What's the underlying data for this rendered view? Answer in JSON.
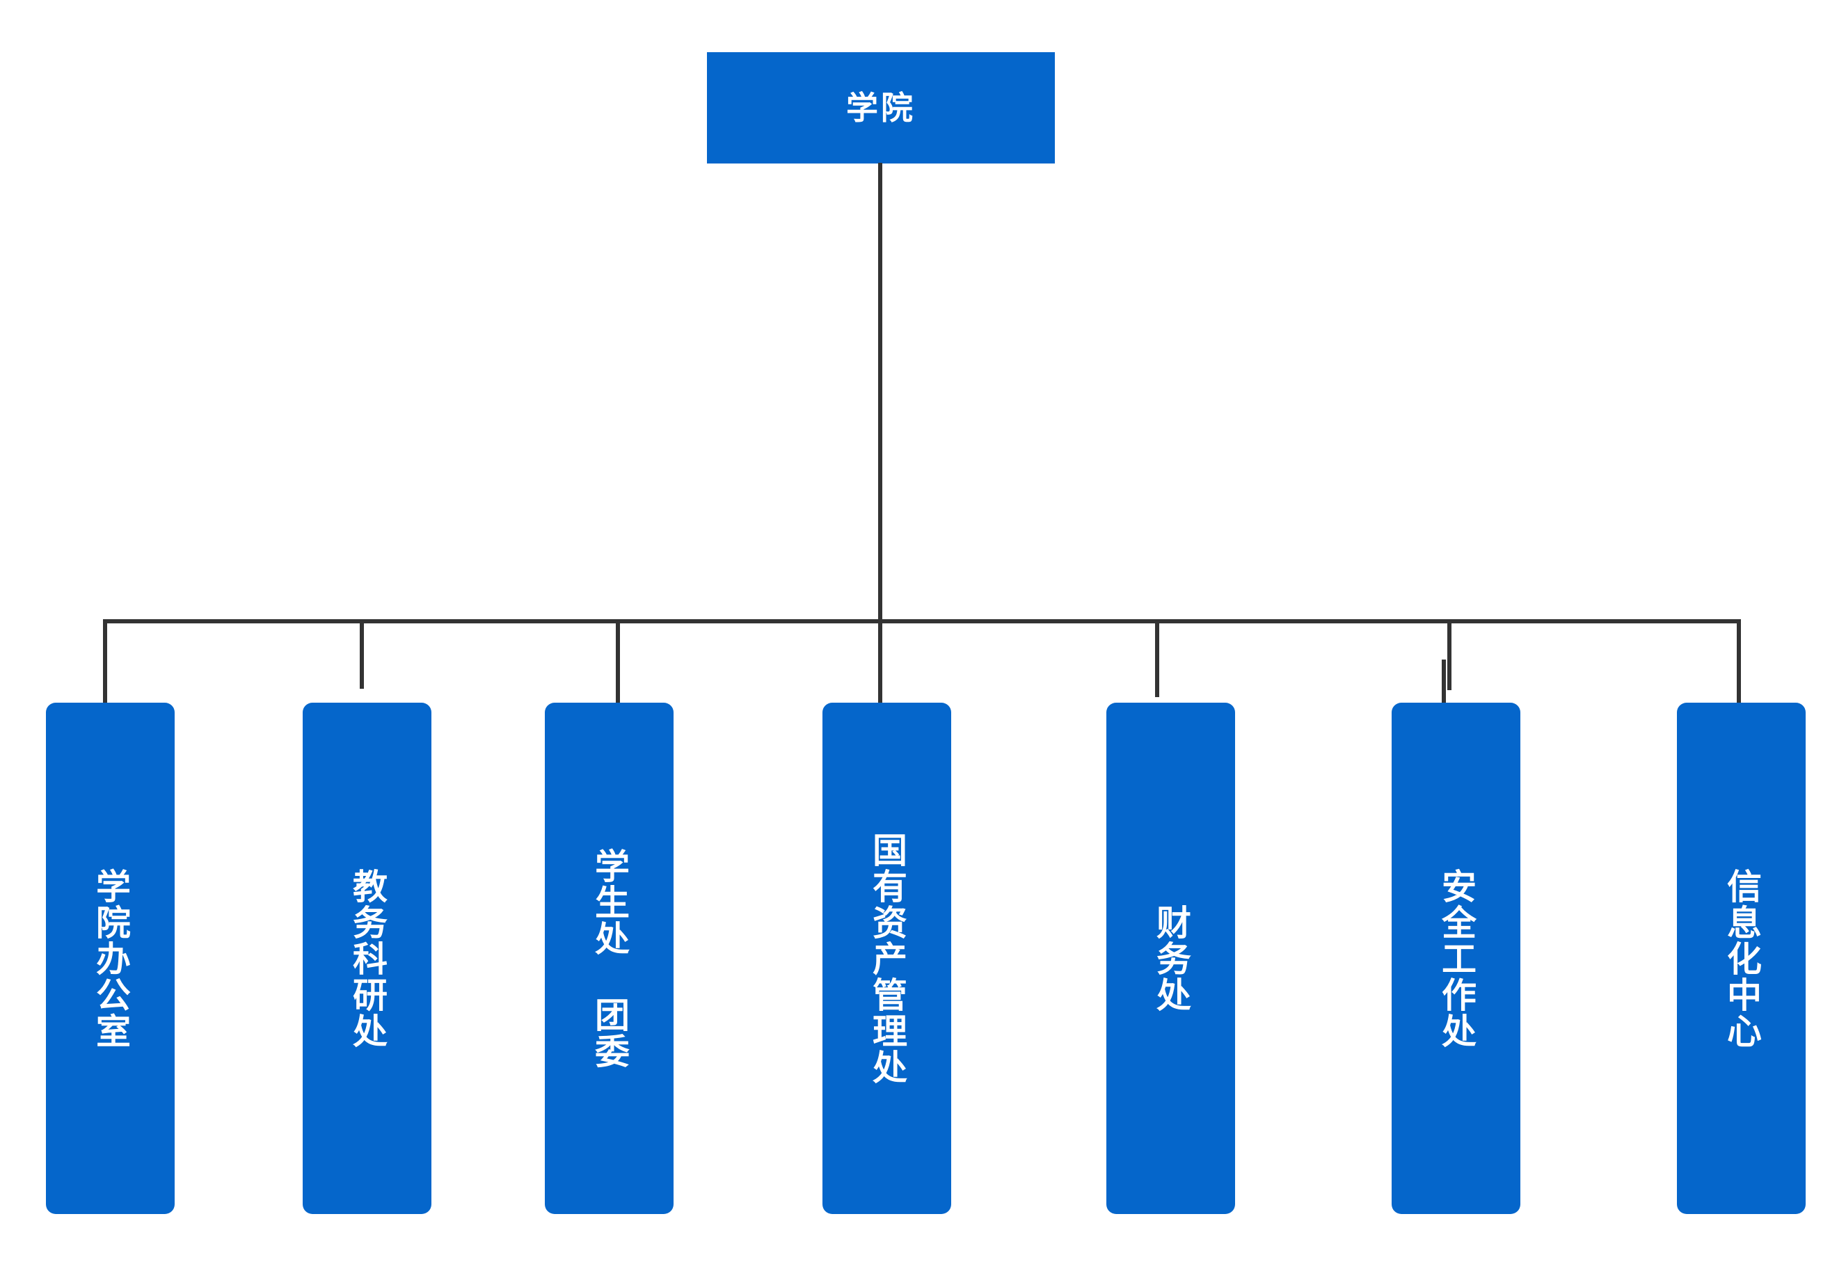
{
  "chart_data": {
    "type": "diagram",
    "subtype": "organizational-chart",
    "title": "学院",
    "orientation": "top-down",
    "text_direction": "vertical",
    "colors": {
      "node_fill": "#0566cb",
      "node_text": "#ffffff",
      "connector": "#333333",
      "background": "#ffffff"
    },
    "root": {
      "label": "学院",
      "shape": "rectangle",
      "corner": "square"
    },
    "children": [
      {
        "label": "学院办公室",
        "chars": 5
      },
      {
        "label": "教务科研处",
        "chars": 5
      },
      {
        "label": "学生处 团委",
        "chars": 6
      },
      {
        "label": "国有资产管理处",
        "chars": 7
      },
      {
        "label": "财务处",
        "chars": 3
      },
      {
        "label": "安全工作处",
        "chars": 5
      },
      {
        "label": "信息化中心",
        "chars": 5
      }
    ],
    "edges": [
      {
        "from": "学院",
        "to": "学院办公室"
      },
      {
        "from": "学院",
        "to": "教务科研处"
      },
      {
        "from": "学院",
        "to": "学生处 团委"
      },
      {
        "from": "学院",
        "to": "国有资产管理处"
      },
      {
        "from": "学院",
        "to": "财务处"
      },
      {
        "from": "学院",
        "to": "安全工作处"
      },
      {
        "from": "学院",
        "to": "信息化中心"
      }
    ]
  },
  "nodes": {
    "root": {
      "label": "学院"
    },
    "c0": {
      "label": "学院办公室"
    },
    "c1": {
      "label": "教务科研处"
    },
    "c2": {
      "label": "学生处 团委"
    },
    "c3": {
      "label": "国有资产管理处"
    },
    "c4": {
      "label": "财务处"
    },
    "c5": {
      "label": "安全工作处"
    },
    "c6": {
      "label": "信息化中心"
    }
  }
}
